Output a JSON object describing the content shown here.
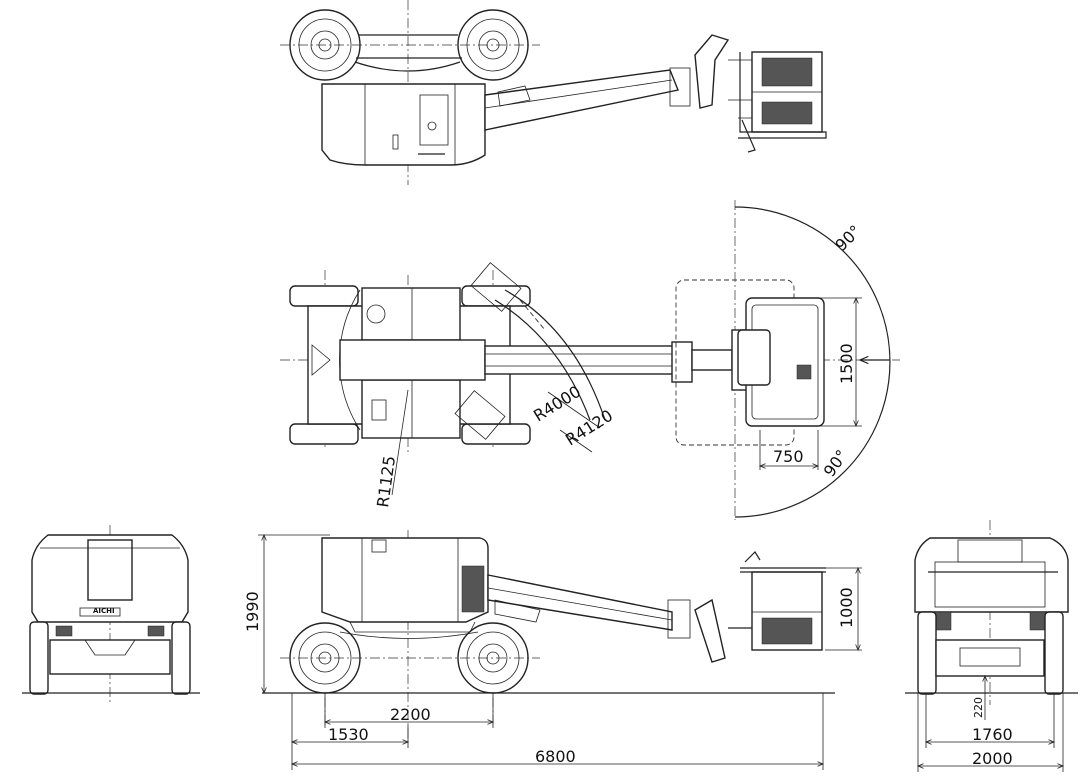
{
  "brand": "AICHI",
  "dimensions": {
    "overall_length": "6800",
    "wheelbase": "2200",
    "rear_overhang": "1530",
    "height": "1990",
    "platform_height": "1000",
    "platform_width": "1500",
    "platform_depth": "750",
    "track": "1760",
    "overall_width": "2000",
    "ground_clearance": "220"
  },
  "radii": {
    "tail_swing": "R1125",
    "boom_inner": "R4000",
    "boom_outer": "R4120"
  },
  "angles": {
    "rotation_upper": "90°",
    "rotation_lower": "90°"
  }
}
